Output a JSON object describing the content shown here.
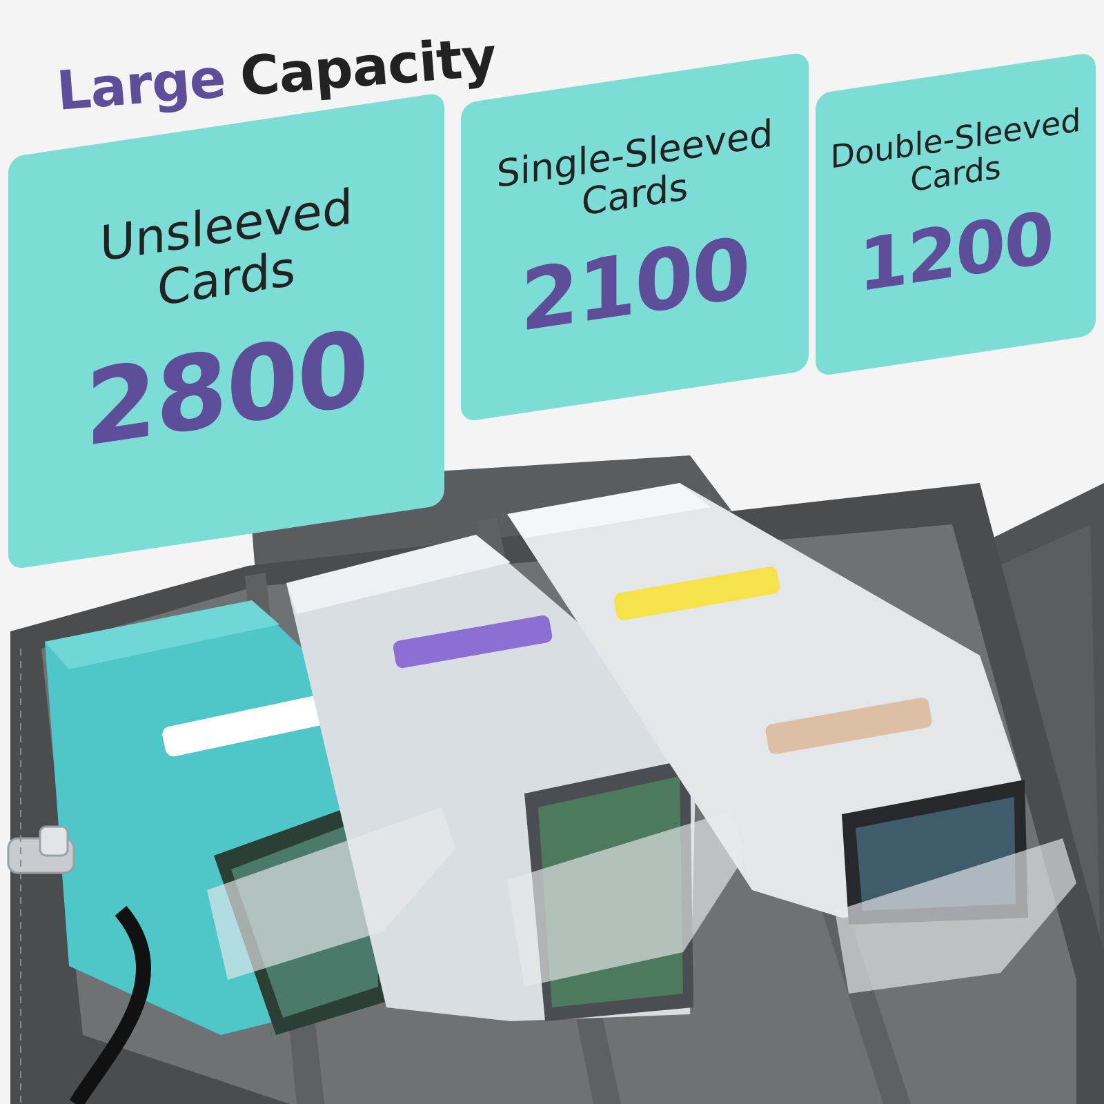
{
  "heading": {
    "word1": "Large",
    "word2": "Capacity"
  },
  "colors": {
    "accent_purple": "#5e4d99",
    "panel_teal": "#7cdcd6",
    "heading_dark": "#222222",
    "box_dark_gray": "#4a4c4e",
    "box_felt_gray": "#6f7274"
  },
  "capacities": [
    {
      "label": "Unsleeved\nCards",
      "value": "2800"
    },
    {
      "label": "Single-Sleeved\nCards",
      "value": "2100"
    },
    {
      "label": "Double-Sleeved\nCards",
      "value": "1200"
    }
  ]
}
